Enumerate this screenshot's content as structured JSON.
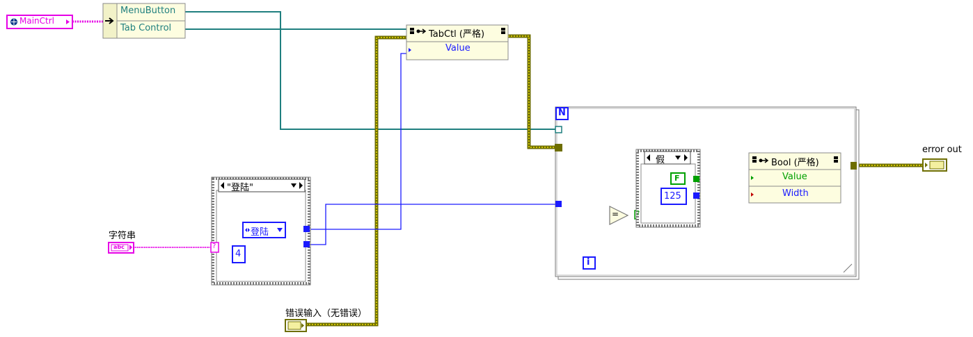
{
  "refnum": {
    "label": "MainCtrl"
  },
  "property_node_main": {
    "rows": [
      "MenuButton",
      "Tab Control"
    ]
  },
  "tabctl_node": {
    "title": "TabCtl (严格)",
    "rows": [
      "Value"
    ]
  },
  "bool_node": {
    "title": "Bool (严格)",
    "rows": [
      "Value",
      "Width"
    ]
  },
  "case_structure_1": {
    "selector": "\"登陆\"",
    "enum_value": "登陆",
    "constant": "4"
  },
  "case_structure_2": {
    "selector": "假",
    "false_const": "F",
    "width_const": "125"
  },
  "for_loop": {
    "count_terminal": "N",
    "iteration_terminal": "i"
  },
  "string_control": {
    "label": "字符串",
    "terminal": "abc"
  },
  "error_in": {
    "label": "错误输入（无错误）"
  },
  "error_out": {
    "label": "error out"
  },
  "colors": {
    "refnum": "#e600e6",
    "cluster_wire": "#8a8a00",
    "int_wire": "#1a1aff",
    "ref_wire": "#1f7f7f",
    "bool_wire": "#00a000",
    "node_bg": "#fdfde0",
    "frame": "#9a9a9a"
  }
}
